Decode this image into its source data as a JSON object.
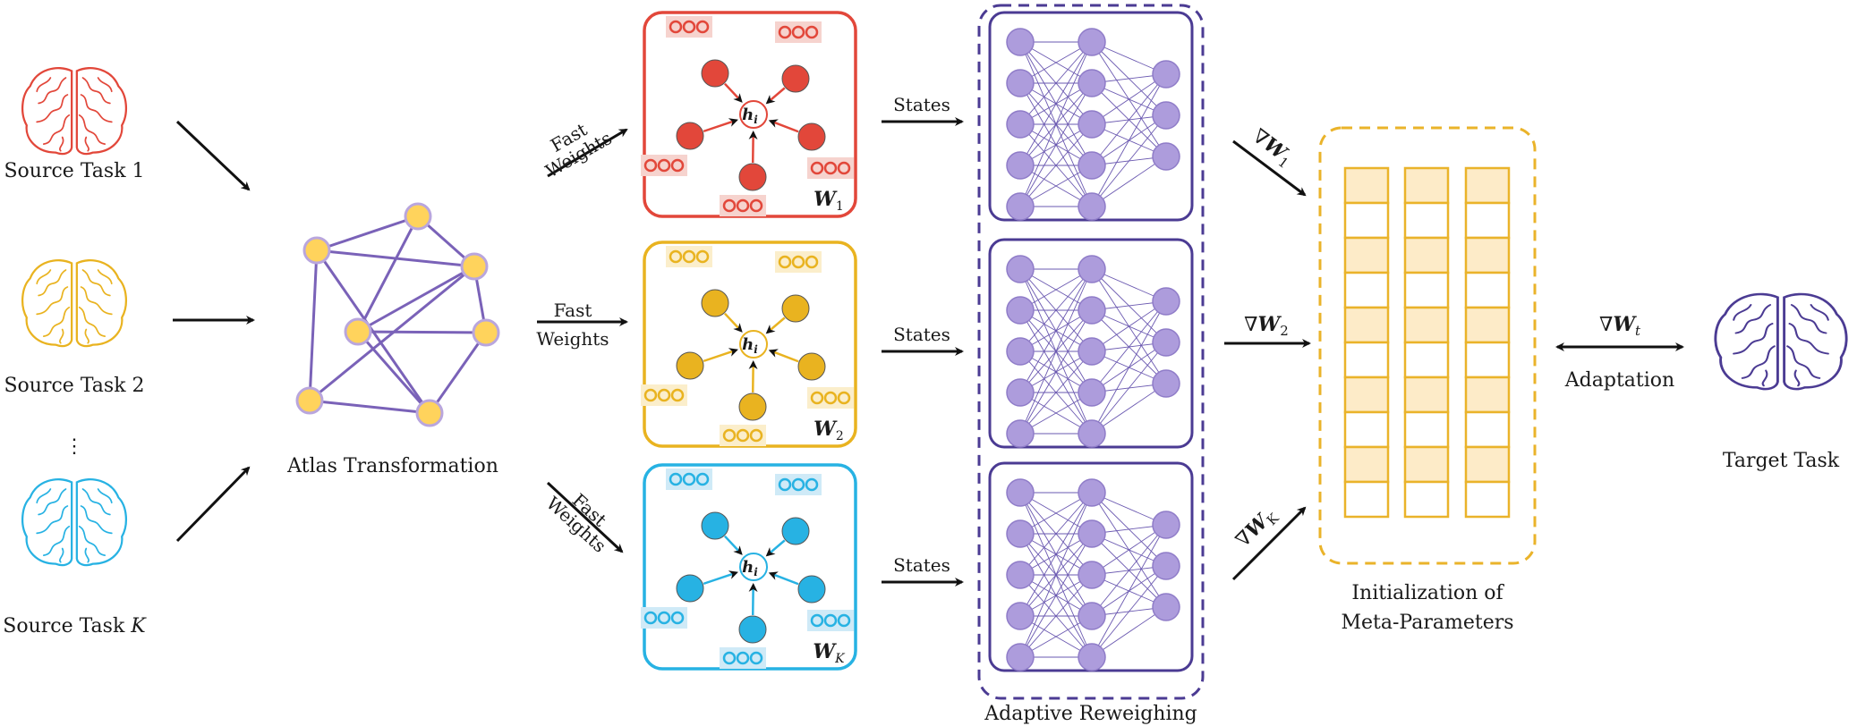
{
  "colors": {
    "red": "#e2473a",
    "red_fill": "#f6d3ce",
    "gold": "#e9b320",
    "gold_fill": "#fbeecb",
    "cyan": "#27b2e3",
    "cyan_fill": "#cfeaf7",
    "purple": "#4b3b93",
    "node_purple": "#ad9cdc",
    "atlas_node": "#ffd35c",
    "atlas_edge": "#7a62b8",
    "grid_fill": "#fdebc8",
    "grid_stroke": "#eab32a"
  },
  "sources": [
    {
      "label": "Source Task 1",
      "icon": "brain-icon",
      "color": "red"
    },
    {
      "label": "Source Task 2",
      "icon": "brain-icon",
      "color": "gold"
    },
    {
      "label": "Source Task ",
      "label_var": "K",
      "icon": "brain-icon",
      "color": "cyan"
    }
  ],
  "source_dots": "⋮",
  "atlas_label": "Atlas Transformation",
  "fast_weights": {
    "line1": "Fast",
    "line2": "Weights"
  },
  "graph_panels": [
    {
      "weight": "W",
      "sub": "1",
      "node": "h",
      "node_sub": "i",
      "ring": "○○○"
    },
    {
      "weight": "W",
      "sub": "2",
      "node": "h",
      "node_sub": "i",
      "ring": "○○○"
    },
    {
      "weight": "W",
      "sub": "K",
      "node": "h",
      "node_sub": "i",
      "ring": "○○○"
    }
  ],
  "states_label": "States",
  "reweighing_label": "Adaptive Reweighing",
  "gradients": [
    {
      "sym": "∇",
      "var": "W",
      "sub": "1"
    },
    {
      "sym": "∇",
      "var": "W",
      "sub": "2"
    },
    {
      "sym": "∇",
      "var": "W",
      "sub": "K"
    }
  ],
  "meta_label": {
    "line1": "Initialization of",
    "line2": "Meta-Parameters"
  },
  "adaptation": {
    "sym": "∇",
    "var": "W",
    "sub": "t",
    "label": "Adaptation"
  },
  "target_label": "Target Task"
}
